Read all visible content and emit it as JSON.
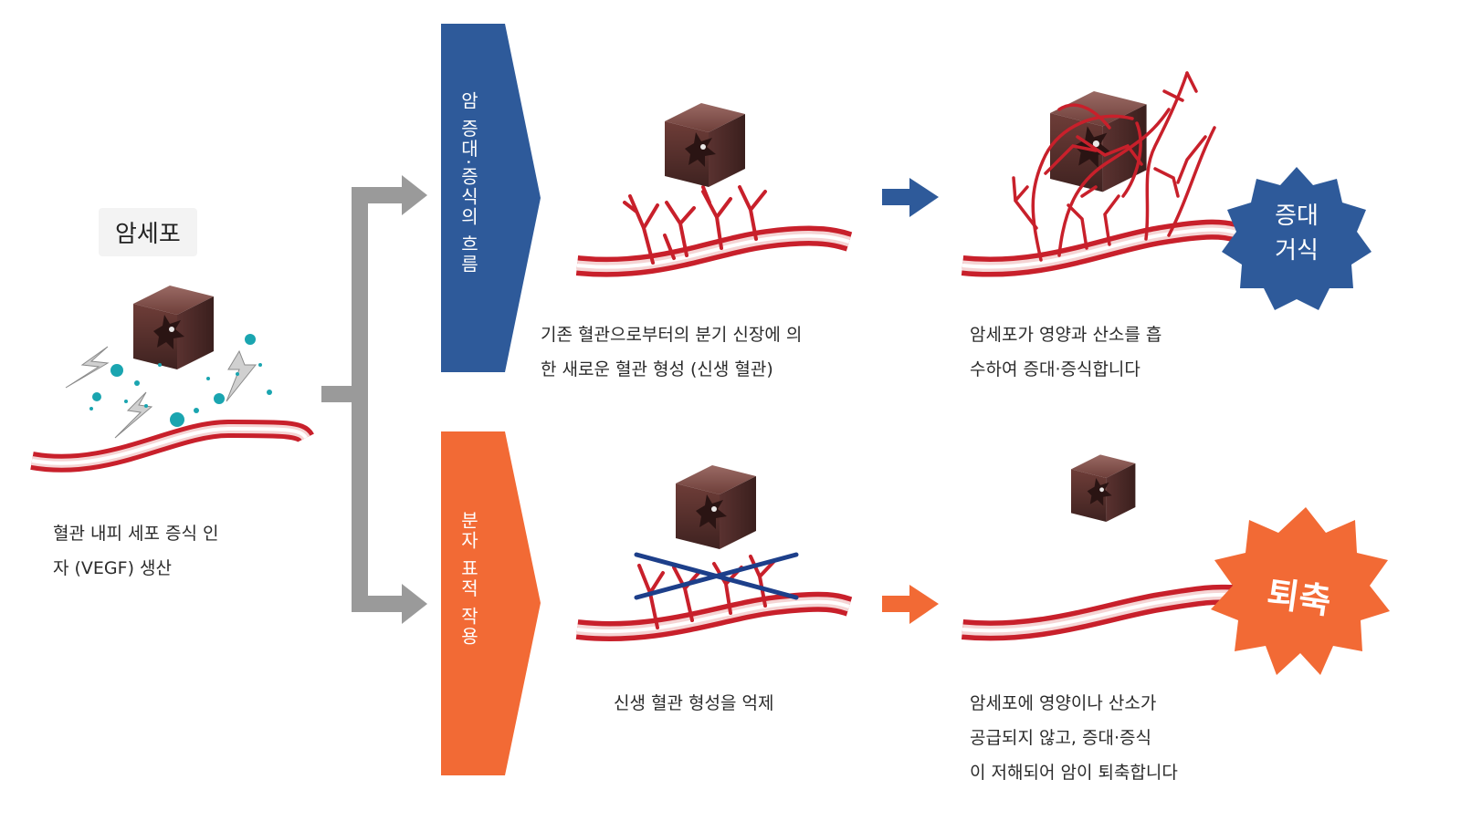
{
  "left": {
    "title": "암세포",
    "caption": "혈관 내피 세포 증식 인\n자 (VEGF) 생산"
  },
  "top_path": {
    "banner": "암 증대·증식의 흐름",
    "color": "#2e5a9a",
    "step1_caption": "기존 혈관으로부터의 분기 신장에 의\n한 새로운 혈관 형성 (신생 혈관)",
    "step2_caption": "암세포가 영양과 산소를 흡\n수하여 증대·증식합니다",
    "badge": "증대\n거식"
  },
  "bottom_path": {
    "banner": "분자 표적 작용",
    "color": "#f26a35",
    "step1_caption": "신생 혈관 형성을 억제",
    "step2_caption": "암세포에 영양이나 산소가\n공급되지 않고, 증대·증식\n 이 저해되어 암이 퇴축합니다",
    "badge": "퇴축"
  },
  "colors": {
    "vessel": "#c8202b",
    "arrow_gray": "#9a9a9a",
    "cell": "#6b3a36",
    "vegf": "#1aa5b0"
  },
  "icons": [
    "cancer-cell-icon",
    "lightning-icon",
    "vegf-particle-icon",
    "blood-vessel-icon",
    "cross-icon",
    "starburst-badge-icon"
  ]
}
